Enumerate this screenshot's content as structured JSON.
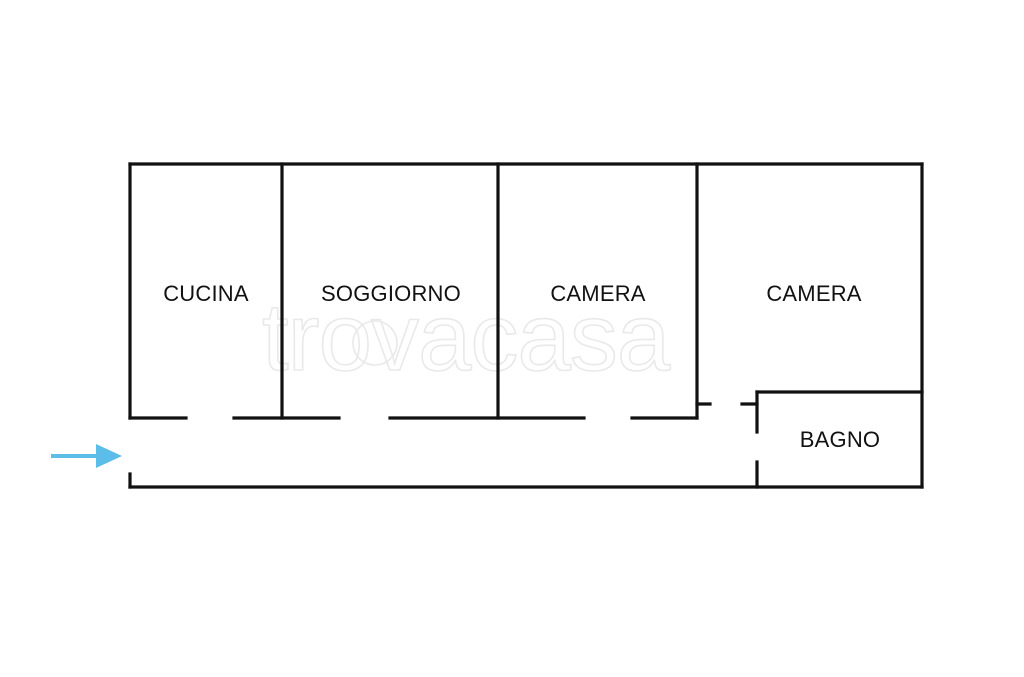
{
  "rooms": {
    "cucina": "CUCINA",
    "soggiorno": "SOGGIORNO",
    "camera_1": "CAMERA",
    "camera_2": "CAMERA",
    "bagno": "BAGNO"
  },
  "watermark": "trovacasa",
  "colors": {
    "walls": "#111111",
    "entrance_arrow": "#5bbde8",
    "watermark": "#e9e9e9",
    "background": "#ffffff"
  },
  "icons": {
    "entrance": "arrow-right-icon"
  }
}
